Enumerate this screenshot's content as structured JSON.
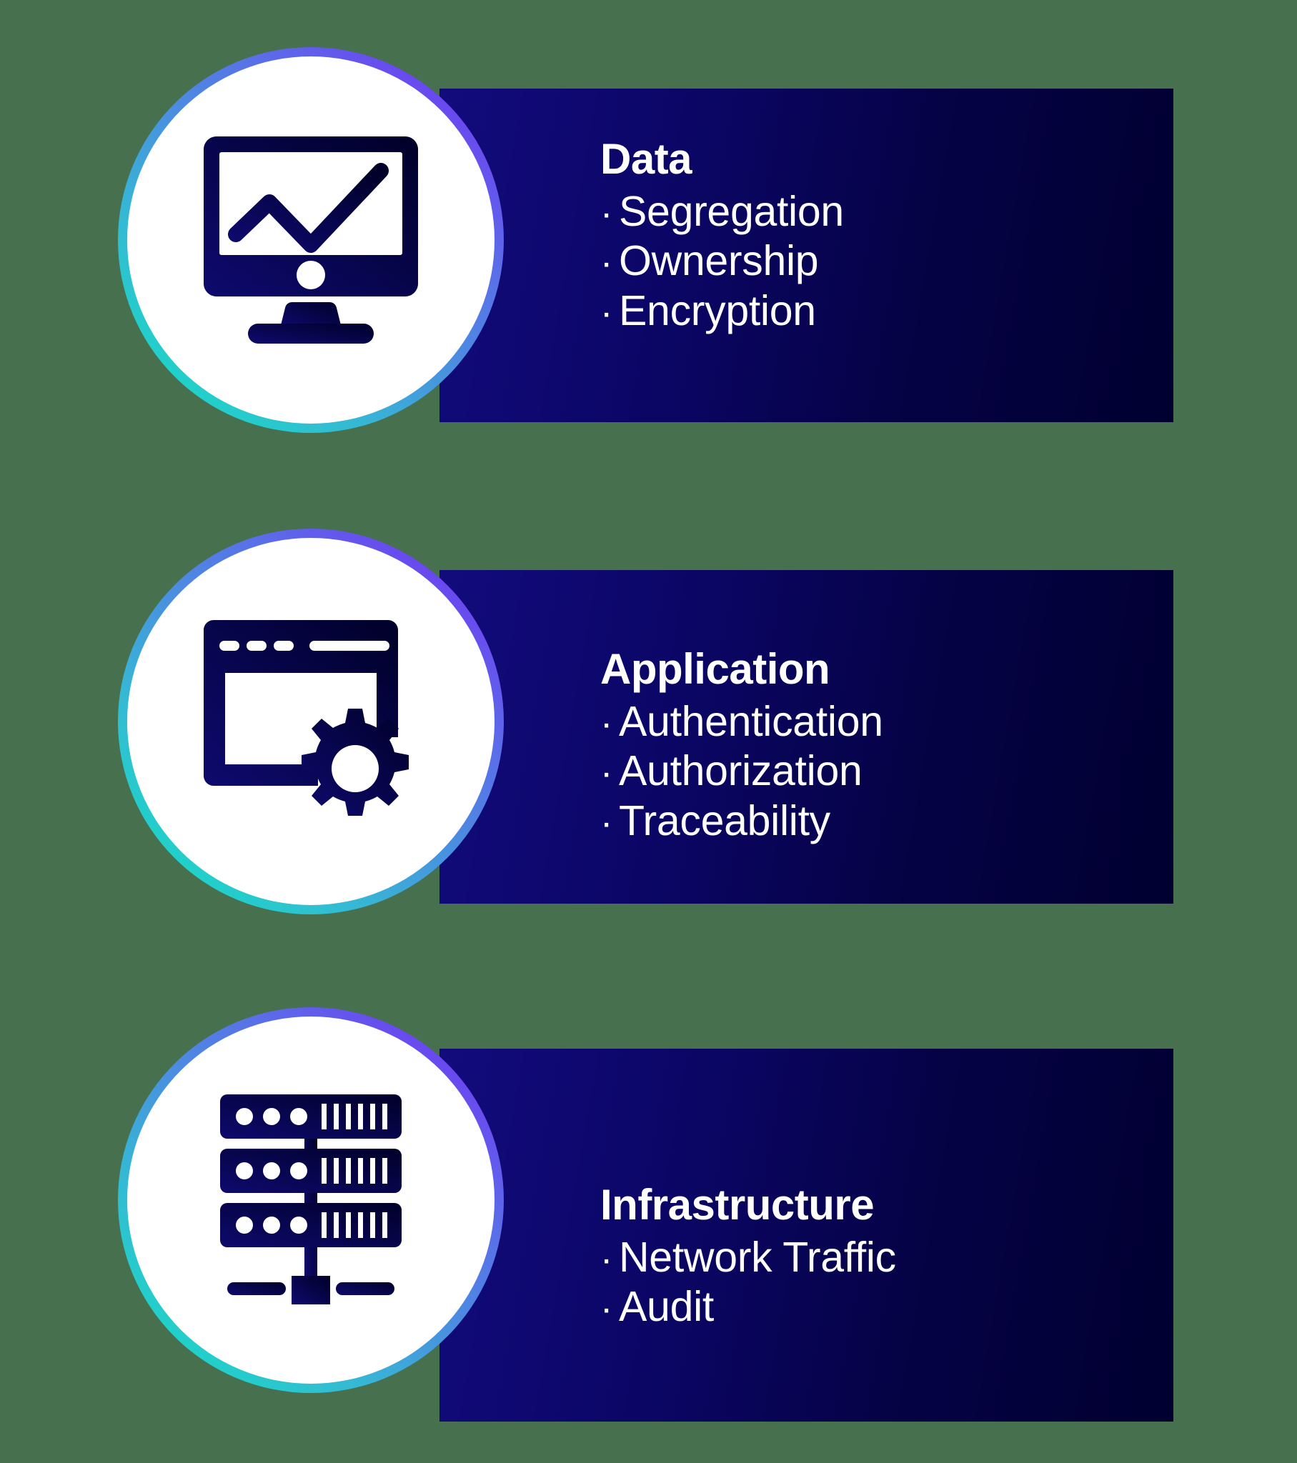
{
  "canvas": {
    "background_color": "#47704e",
    "panel_gradient_from": "#120b7d",
    "panel_gradient_to": "#000030",
    "ring_gradient_from": "#16dfc4",
    "ring_gradient_to": "#7038f2",
    "circle_fill": "#ffffff",
    "text_color": "#ffffff",
    "icon_color": "#000033"
  },
  "rows": [
    {
      "icon": "monitor-chart-icon",
      "heading": "Data",
      "bullet_char": "·",
      "items": [
        "Segregation",
        "Ownership",
        "Encryption"
      ]
    },
    {
      "icon": "browser-gear-icon",
      "heading": "Application",
      "bullet_char": "·",
      "items": [
        "Authentication",
        "Authorization",
        "Traceability"
      ]
    },
    {
      "icon": "server-rack-icon",
      "heading": "Infrastructure",
      "bullet_char": "·",
      "items": [
        "Network Traffic",
        "Audit"
      ]
    }
  ]
}
